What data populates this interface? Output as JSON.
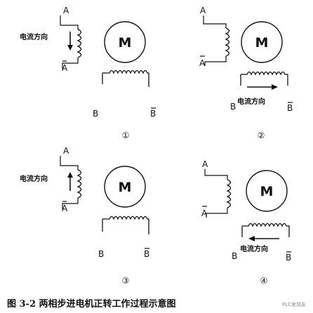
{
  "labels": {
    "a": "A",
    "a_bar": "A",
    "b": "B",
    "b_bar": "B",
    "motor": "M",
    "current_direction": "电流方向"
  },
  "panels": [
    {
      "id": "1",
      "number": "①"
    },
    {
      "id": "2",
      "number": "②"
    },
    {
      "id": "3",
      "number": "③"
    },
    {
      "id": "4",
      "number": "④"
    }
  ],
  "caption": "图 3-2  两相步进电机正转工作过程示意图",
  "watermark": "PLC发烧友",
  "colors": {
    "ink": "#111111",
    "background": "#ffffff"
  }
}
